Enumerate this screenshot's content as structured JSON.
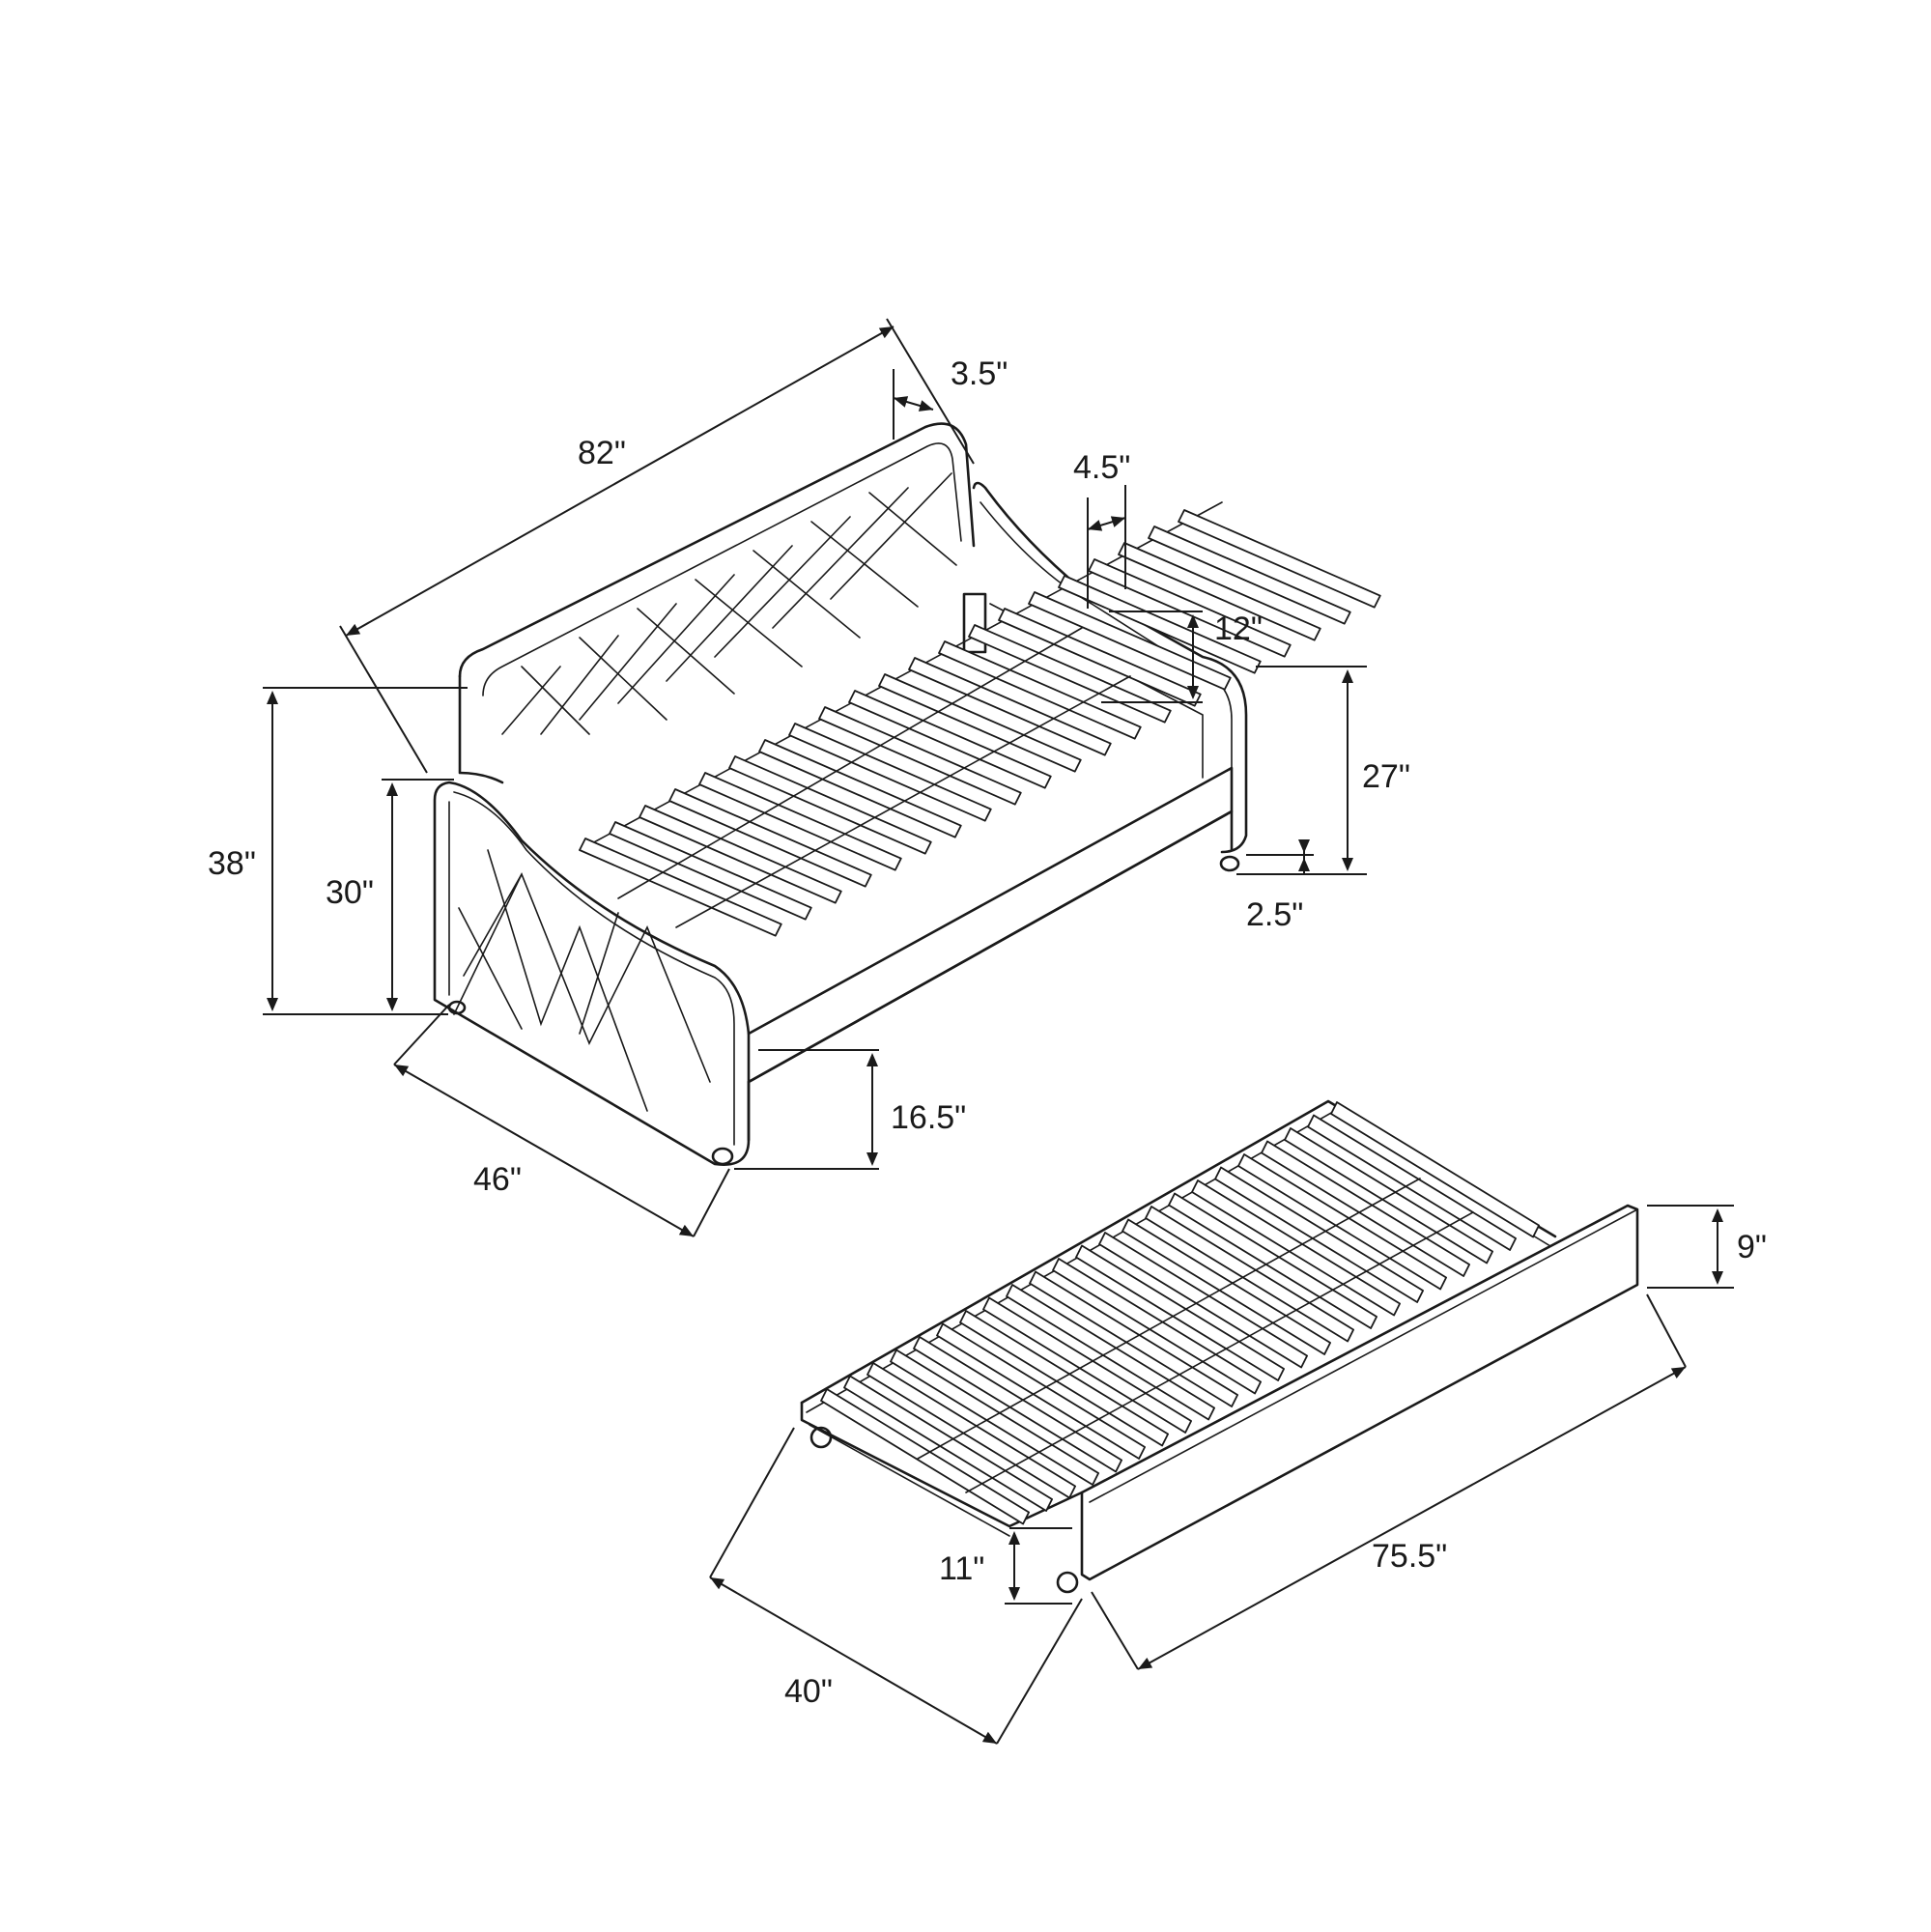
{
  "figure": {
    "daybed": {
      "dimensions": {
        "overall_length": "82\"",
        "back_panel_thickness": "3.5\"",
        "arm_thickness": "4.5\"",
        "arm_height_above_frame": "12\"",
        "arm_height": "27\"",
        "leg_height": "2.5\"",
        "overall_height": "38\"",
        "front_arm_height": "30\"",
        "overall_depth": "46\"",
        "frame_clearance": "16.5\""
      }
    },
    "trundle": {
      "dimensions": {
        "height": "9\"",
        "height_with_casters": "11\"",
        "length": "75.5\"",
        "width": "40\""
      }
    }
  }
}
